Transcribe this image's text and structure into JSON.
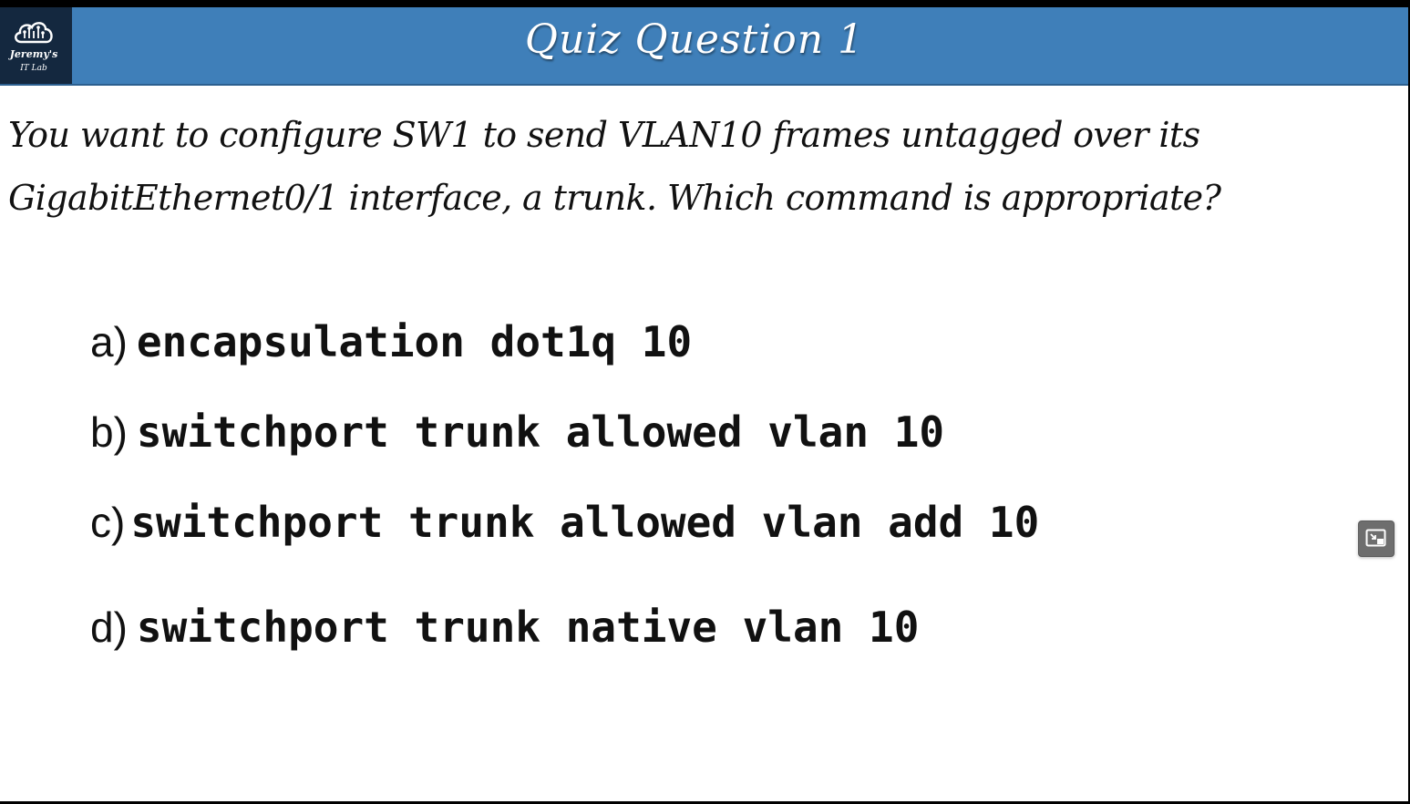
{
  "header": {
    "logo_line1": "Jeremy's",
    "logo_line2": "IT Lab",
    "logo_icon": "cloud-circuit-icon",
    "title": "Quiz Question 1"
  },
  "question": {
    "line1": "You want to configure SW1 to send VLAN10 frames untagged over its",
    "line2": "GigabitEthernet0/1 interface, a trunk.  Which command is appropriate?"
  },
  "options": [
    {
      "letter": "a)",
      "command": "encapsulation dot1q 10"
    },
    {
      "letter": "b)",
      "command": "switchport trunk allowed vlan 10"
    },
    {
      "letter": "c)",
      "command": "switchport trunk allowed vlan add 10"
    },
    {
      "letter": "d)",
      "command": "switchport trunk native vlan 10"
    }
  ],
  "overlay": {
    "pip_icon": "picture-in-picture-icon"
  },
  "colors": {
    "header_bg": "#3f7fb9",
    "logo_bg": "#14283f",
    "text": "#111111",
    "background": "#ffffff"
  }
}
